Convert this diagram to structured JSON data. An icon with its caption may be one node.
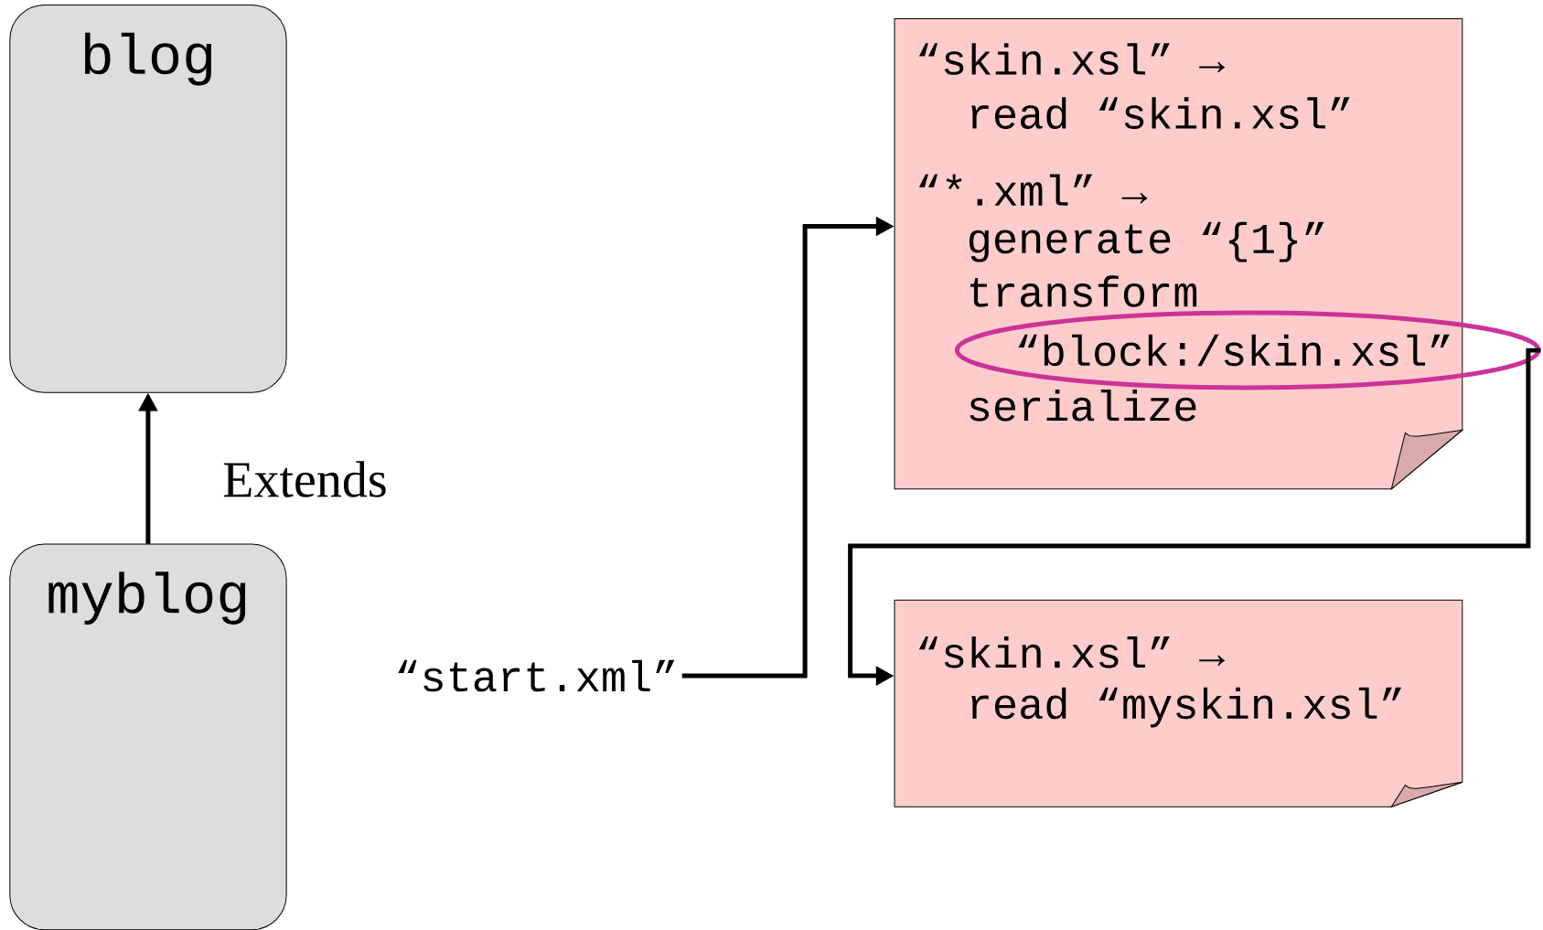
{
  "diagram": {
    "nodes": [
      {
        "text": [
          "blog"
        ]
      },
      {
        "text": [
          "myblog"
        ]
      },
      {
        "text": [
          "“start.xml”"
        ]
      },
      {
        "text": [
          "“skin.xsl” →",
          "read “skin.xsl”",
          "“*.xml” →",
          "generate “{1}”",
          "transform",
          "serialize"
        ]
      },
      {
        "text": [
          "“block:/skin.xsl”"
        ]
      },
      {
        "text": [
          "“skin.xsl” →",
          "read “myskin.xsl”"
        ]
      }
    ],
    "edges": [
      {
        "from": 1,
        "to": 0,
        "arrow": "to",
        "label": "Extends"
      },
      {
        "from": 2,
        "to": 3,
        "arrow": "to"
      },
      {
        "from": 4,
        "to": 5,
        "arrow": "to"
      }
    ]
  }
}
